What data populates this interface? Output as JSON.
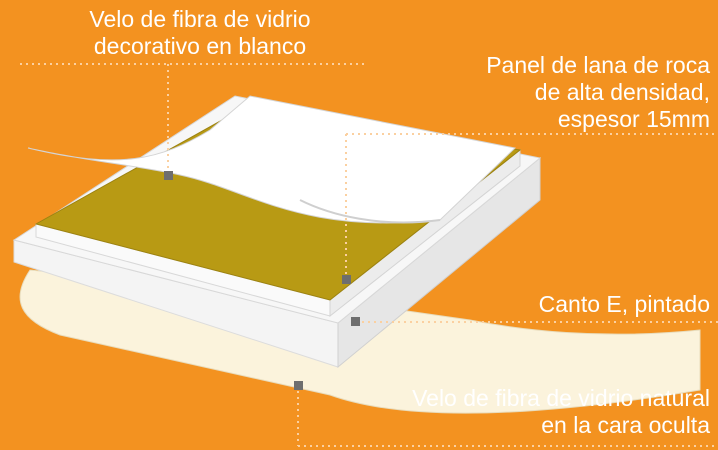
{
  "diagram": {
    "colors": {
      "background": "#f39220",
      "leader": "#fbd0a0",
      "marker": "#6e6e6e",
      "top_veil": "#ffffff",
      "rock_wool": "#b89a14",
      "panel_edge": "#f4f4f4",
      "bottom_veil": "#fbf3dc"
    },
    "callouts": [
      {
        "id": "top",
        "lines": [
          "Velo de fibra de vidrio",
          "decorativo en blanco"
        ]
      },
      {
        "id": "panel",
        "lines": [
          "Panel de lana de roca",
          "de alta densidad,",
          "espesor 15mm"
        ]
      },
      {
        "id": "edge",
        "lines": [
          "Canto E, pintado"
        ]
      },
      {
        "id": "bottom",
        "lines": [
          "Velo de fibra de vidrio natural",
          "en la cara oculta"
        ]
      }
    ]
  }
}
